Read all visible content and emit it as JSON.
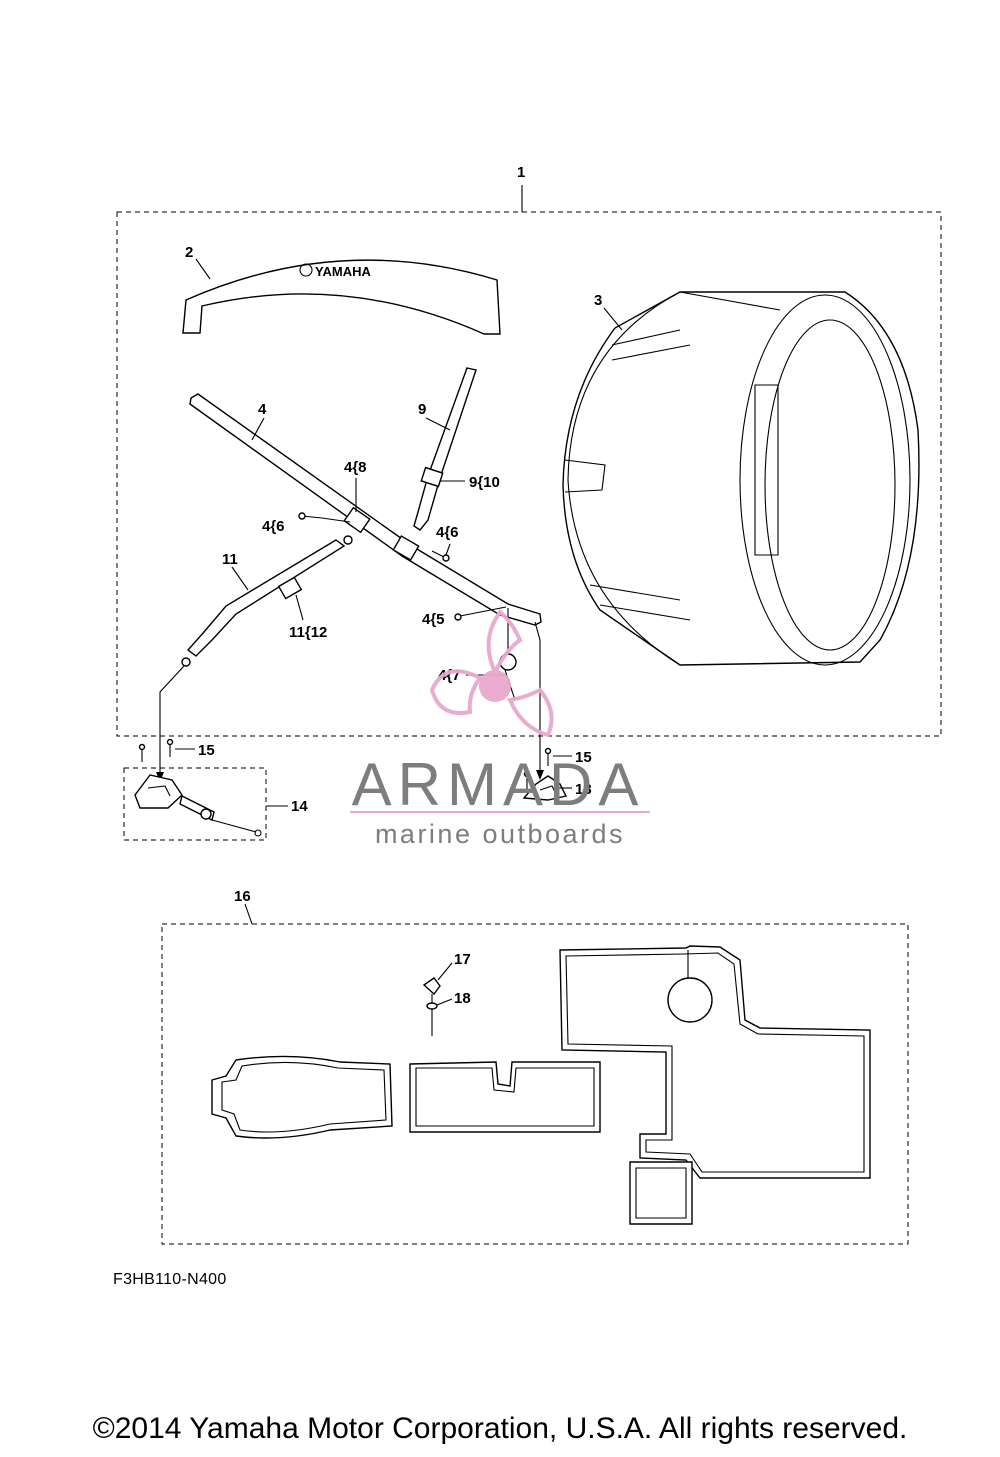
{
  "diagram": {
    "callouts": {
      "c1": "1",
      "c2": "2",
      "c3": "3",
      "c4": "4",
      "c4_8": "4{8",
      "c4_6a": "4{6",
      "c4_6b": "4{6",
      "c4_5": "4{5",
      "c4_7": "4{7",
      "c9": "9",
      "c9_10": "9{10",
      "c11": "11",
      "c11_12": "11{12",
      "c13": "13",
      "c14": "14",
      "c15a": "15",
      "c15b": "15",
      "c16": "16",
      "c17": "17",
      "c18": "18"
    },
    "part_brand_text": "YAMAHA",
    "drawing_code": "F3HB110-N400"
  },
  "watermark": {
    "brand": "ARMADA",
    "tagline": "marine outboards",
    "colors": {
      "pink": "#e9a8cc",
      "gray": "#7d7d7d"
    }
  },
  "footer": {
    "copyright": "©2014 Yamaha Motor Corporation, U.S.A. All rights reserved."
  }
}
